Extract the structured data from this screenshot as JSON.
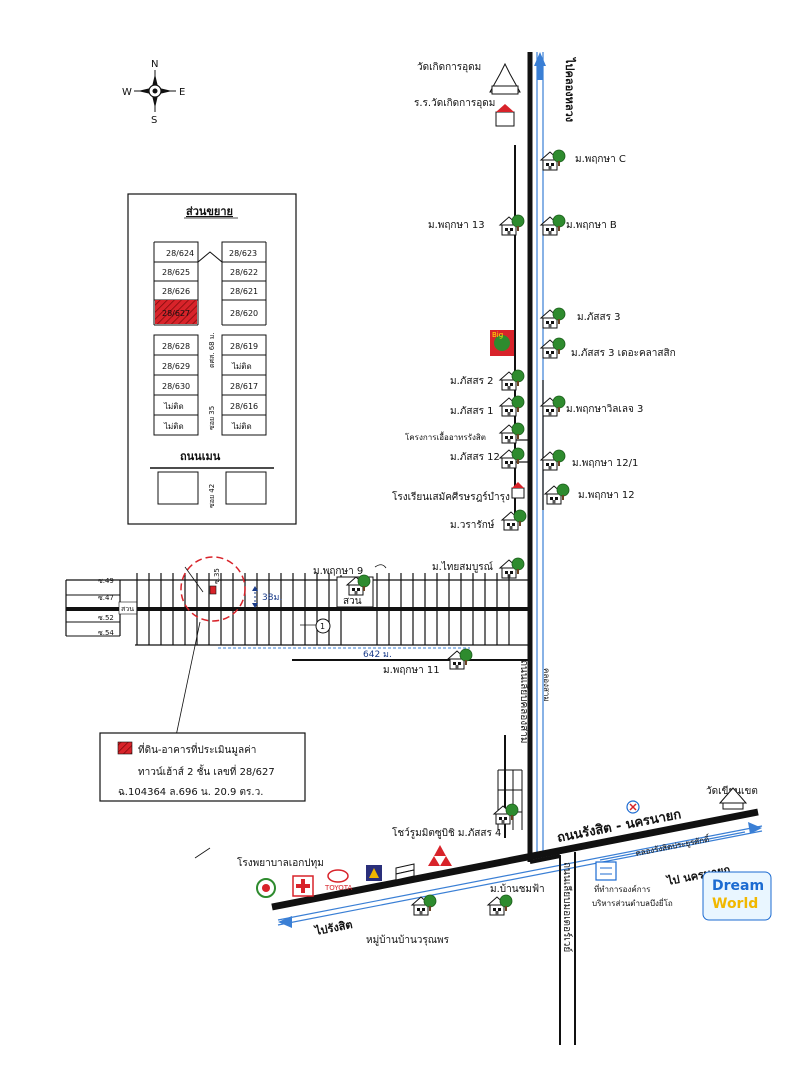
{
  "compass": {
    "n": "N",
    "s": "S",
    "e": "E",
    "w": "W"
  },
  "inset": {
    "title": "ส่วนขยาย",
    "lots_left_top": [
      "28/624",
      "28/625",
      "28/626",
      "28/627"
    ],
    "lots_right_top": [
      "28/623",
      "28/622",
      "28/621",
      "28/620"
    ],
    "lots_left_bottom": [
      "28/628",
      "28/629",
      "28/630",
      "ไม่ติด",
      "ไม่ติด"
    ],
    "lots_right_bottom": [
      "28/619",
      "ไม่ติด",
      "28/617",
      "28/616",
      "ไม่ติด"
    ],
    "lane_label": "ตศส. 68 ม.",
    "soi35": "ซอย 35",
    "main_road": "ถนนเมน",
    "soi42": "ซอย 42"
  },
  "places": {
    "temple_top": "วัดเกิดการอุดม",
    "school_top": "ร.ร.วัดเกิดการอุดม",
    "pruksa_c": "ม.พฤกษา C",
    "pruksa_13": "ม.พฤกษา 13",
    "pruksa_b": "ม.พฤกษา B",
    "passorn_3": "ม.ภัสสร 3",
    "passorn_3_decor": "ม.ภัสสร 3 เดอะคลาสสิก",
    "passorn_2": "ม.ภัสสร 2",
    "passorn_1": "ม.ภัสสร 1",
    "pruksa_valley3": "ม.พฤกษาวิลเลจ 3",
    "rangsit_project": "โครงการเอื้ออาทรรังสิต",
    "passorn_12": "ม.ภัสสร 12",
    "pruksa_12_1": "ม.พฤกษา 12/1",
    "school_mid": "โรงเรียนเสมัคศีรษรฎร์บำรุง",
    "pruksa_12": "ม.พฤกษา 12",
    "vararak": "ม.วรารักษ์",
    "thaisomboon": "ม.ไทยสมบูรณ์",
    "pruksa_9": "ม.พฤกษา 9",
    "garden": "สวน",
    "garden_small": "สวน",
    "pruksa_11": "ม.พฤกษา 11",
    "showroom": "โชว์รูมมิตซูบิชิ ม.ภัสสร 4",
    "hospital": "โรงพยาบาลเอกปทุม",
    "toyota": "TOYOTA",
    "baan_chomfa": "ม.บ้านชมฟ้า",
    "baan_worunporn": "หมู่บ้านบ้านวรุณพร",
    "subdistrict_office": "ที่ทำการองค์การ",
    "subdistrict_office2": "บริหารส่วนตำบลบึงยี่โถ",
    "temple_right": "วัดเขียนเขต",
    "dreamworld1": "Dream",
    "dreamworld2": "World"
  },
  "roads": {
    "to_khlong_luang": "ไปคลองหลวง",
    "khlong_sam_side": "ถนนเลียบคลองสาม",
    "khlong_sam": "คลองสาม",
    "rangsit_nakhon_nayok": "ถนนรังสิต - นครนายก",
    "rangsit_canal": "คลองรังสิตประยูรศักดิ์",
    "to_nakhon_nayok": "ไป นครนายก",
    "to_rangsit": "ไปรังสิต",
    "ring_road": "ถนนเลียบมอเตอร์เวย์",
    "soi35_small": "ซ.35",
    "soi49": "ซ.49",
    "soi47": "ซ.47",
    "soi52": "ซ.52",
    "soi54": "ซ.54",
    "marker_one": "1"
  },
  "distances": {
    "d38": "38ม.",
    "d642": "642 ม."
  },
  "legend": {
    "line1": "ที่ดิน-อาคารที่ประเมินมูลค่า",
    "line2": "ทาวน์เฮ้าส์ 2 ชั้น เลขที่ 28/627",
    "line3": "ฉ.104364  ล.696  น. 20.9 ตร.ว."
  },
  "colors": {
    "subject": "#d8232a",
    "canal": "#3a7fd5",
    "road": "#111111",
    "tree": "#2e8b2e",
    "brand": "#1c6bd1"
  }
}
